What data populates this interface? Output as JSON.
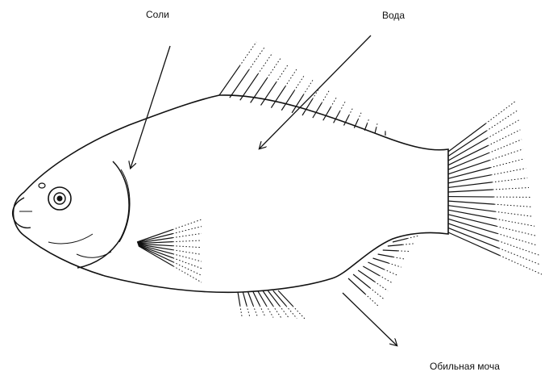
{
  "labels": {
    "salt": "Соли",
    "water": "Вода",
    "urine": "Обильная моча"
  },
  "colors": {
    "line": "#111111",
    "background": "#ffffff"
  }
}
